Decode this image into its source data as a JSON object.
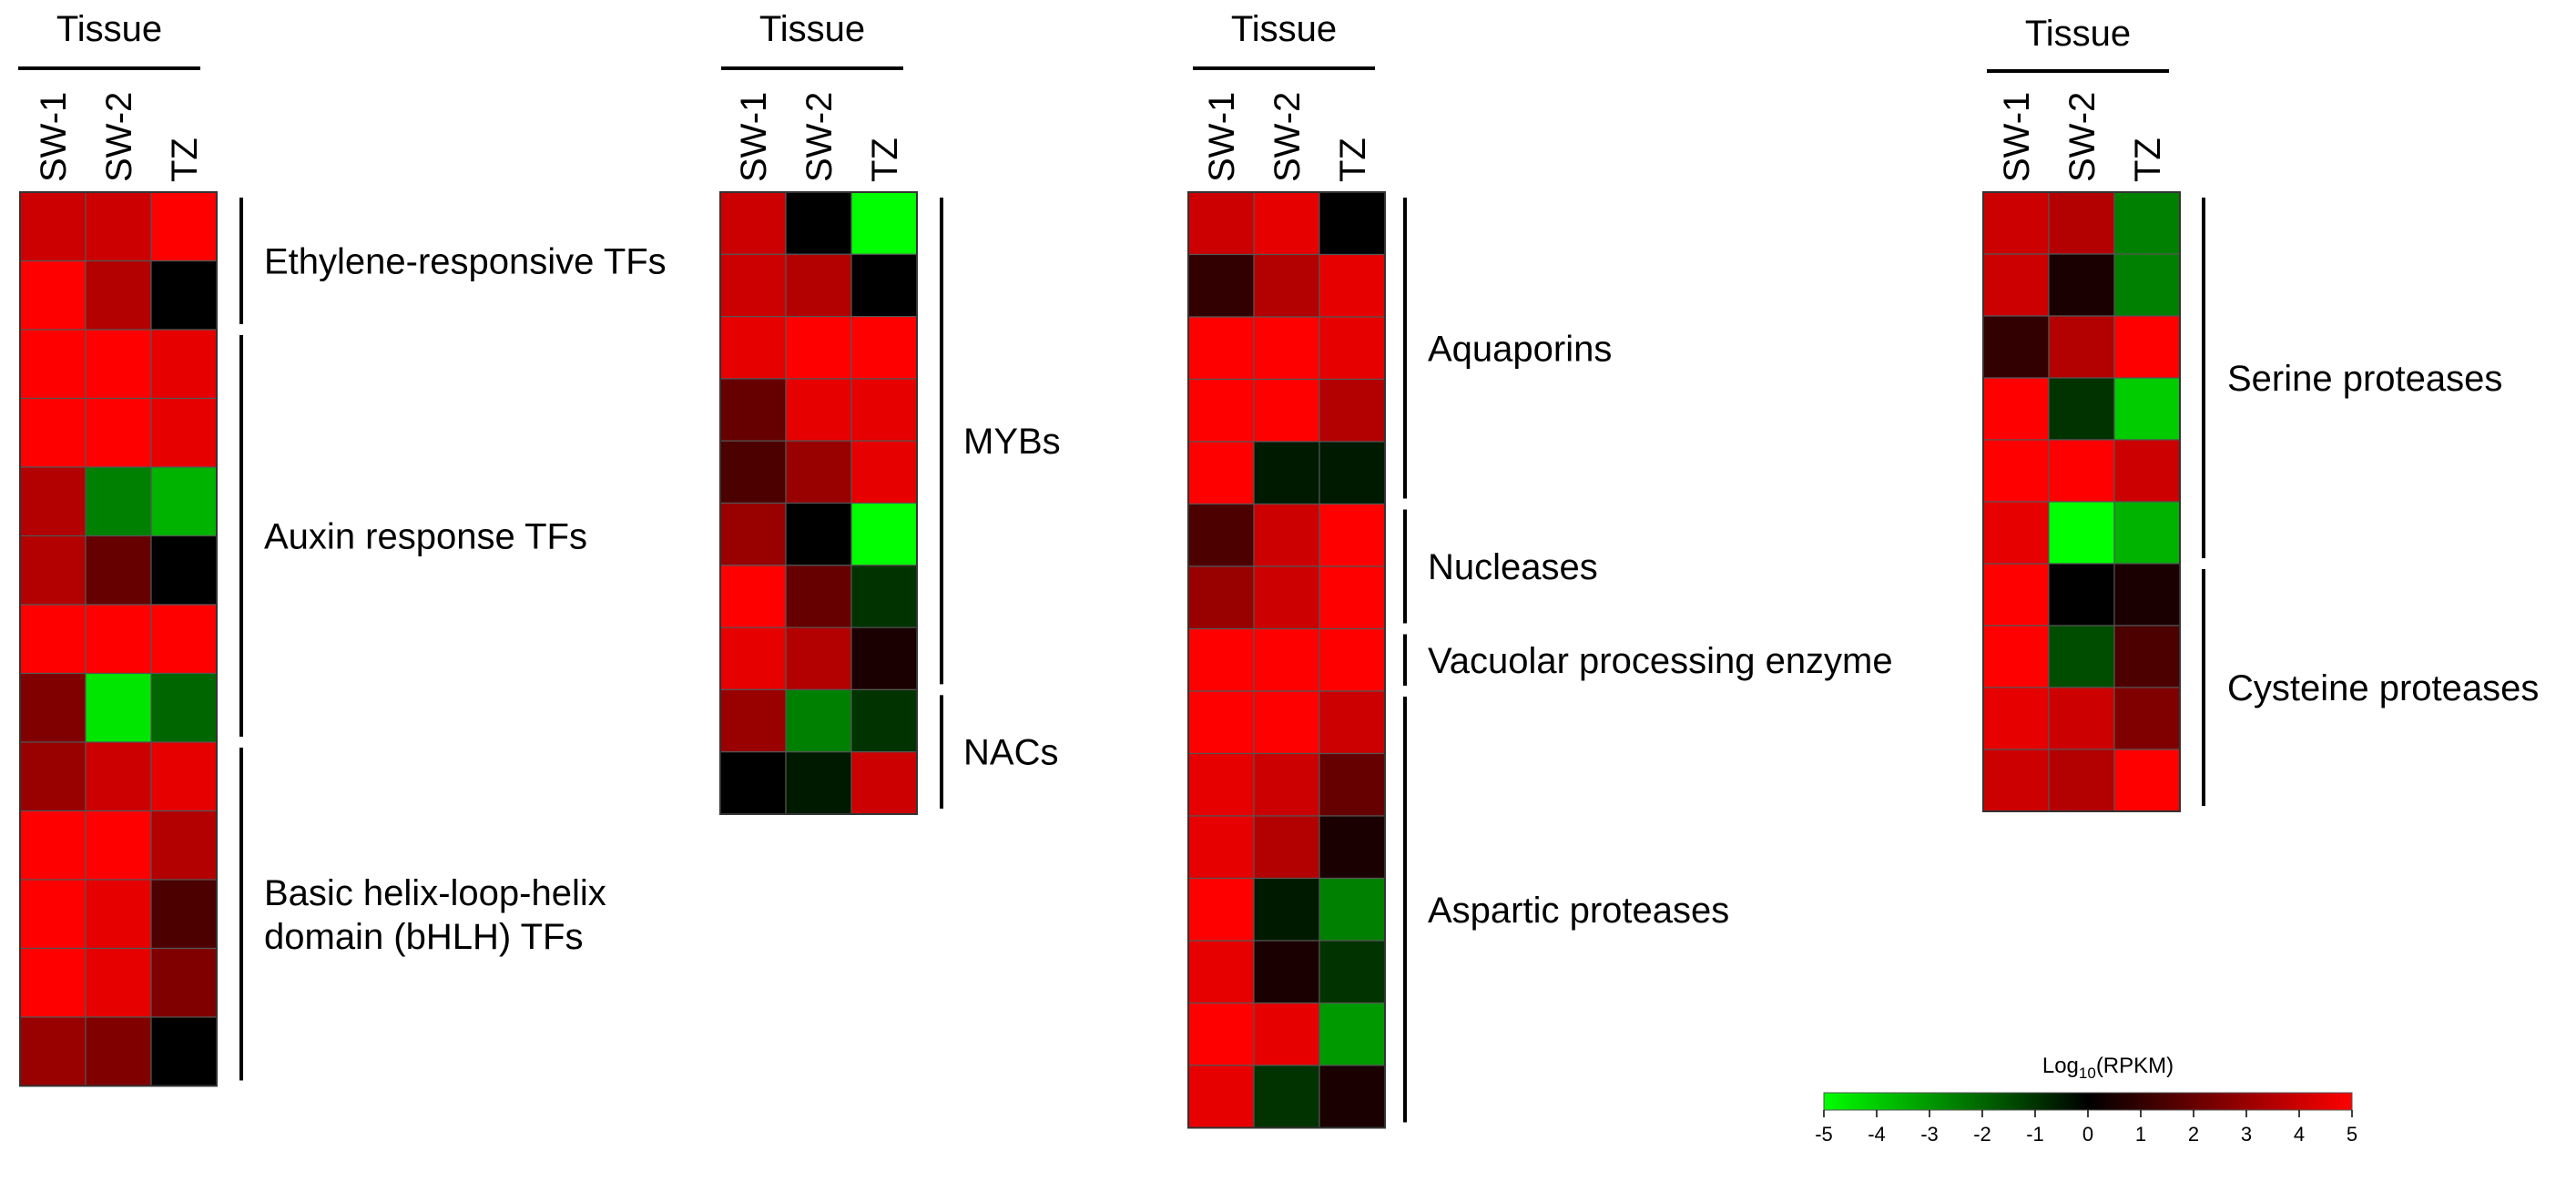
{
  "chart_data": [
    {
      "type": "heatmap",
      "header": "Tissue",
      "columns": [
        "SW-1",
        "SW-2",
        "TZ"
      ],
      "rows": [
        [
          4.0,
          4.0,
          5.0
        ],
        [
          5.0,
          3.5,
          0.0
        ],
        [
          5.0,
          5.0,
          4.5
        ],
        [
          5.0,
          5.0,
          4.5
        ],
        [
          3.5,
          -2.5,
          -3.5
        ],
        [
          3.5,
          2.0,
          0.0
        ],
        [
          5.0,
          5.0,
          5.0
        ],
        [
          2.5,
          -4.5,
          -2.0
        ],
        [
          3.0,
          4.0,
          4.5
        ],
        [
          5.0,
          5.0,
          3.5
        ],
        [
          5.0,
          4.5,
          1.5
        ],
        [
          5.0,
          4.5,
          2.5
        ],
        [
          3.0,
          2.5,
          0.0
        ]
      ],
      "groups": [
        {
          "label_lines": [
            "Ethylene-responsive TFs"
          ],
          "start": 0,
          "end": 1
        },
        {
          "label_lines": [
            "Auxin response TFs"
          ],
          "start": 2,
          "end": 7
        },
        {
          "label_lines": [
            "Basic helix-loop-helix",
            "domain (bHLH) TFs"
          ],
          "start": 8,
          "end": 12
        }
      ]
    },
    {
      "type": "heatmap",
      "header": "Tissue",
      "columns": [
        "SW-1",
        "SW-2",
        "TZ"
      ],
      "rows": [
        [
          4.0,
          0.0,
          -5.0
        ],
        [
          4.0,
          3.5,
          0.0
        ],
        [
          4.5,
          5.0,
          5.0
        ],
        [
          2.0,
          4.5,
          4.5
        ],
        [
          1.5,
          3.0,
          4.5
        ],
        [
          3.0,
          0.0,
          -5.0
        ],
        [
          5.0,
          2.0,
          -1.0
        ],
        [
          4.5,
          3.5,
          0.5
        ],
        [
          3.0,
          -2.5,
          -1.0
        ],
        [
          0.0,
          -0.5,
          4.0
        ]
      ],
      "groups": [
        {
          "label_lines": [
            "MYBs"
          ],
          "start": 0,
          "end": 7
        },
        {
          "label_lines": [
            "NACs"
          ],
          "start": 8,
          "end": 9
        }
      ]
    },
    {
      "type": "heatmap",
      "header": "Tissue",
      "columns": [
        "SW-1",
        "SW-2",
        "TZ"
      ],
      "rows": [
        [
          4.0,
          4.5,
          0.0
        ],
        [
          1.0,
          3.5,
          4.5
        ],
        [
          5.0,
          5.0,
          4.5
        ],
        [
          5.0,
          5.0,
          3.5
        ],
        [
          5.0,
          -0.5,
          -0.5
        ],
        [
          1.5,
          4.0,
          5.0
        ],
        [
          3.0,
          4.0,
          5.0
        ],
        [
          5.0,
          5.0,
          5.0
        ],
        [
          5.0,
          5.0,
          4.0
        ],
        [
          4.5,
          4.0,
          2.0
        ],
        [
          4.5,
          3.5,
          0.5
        ],
        [
          5.0,
          -0.5,
          -2.5
        ],
        [
          4.5,
          0.5,
          -1.0
        ],
        [
          5.0,
          4.5,
          -3.0
        ],
        [
          4.5,
          -1.0,
          0.5
        ]
      ],
      "groups": [
        {
          "label_lines": [
            "Aquaporins"
          ],
          "start": 0,
          "end": 4
        },
        {
          "label_lines": [
            "Nucleases"
          ],
          "start": 5,
          "end": 6
        },
        {
          "label_lines": [
            "Vacuolar processing enzyme"
          ],
          "start": 7,
          "end": 7
        },
        {
          "label_lines": [
            "Aspartic proteases"
          ],
          "start": 8,
          "end": 14
        }
      ]
    },
    {
      "type": "heatmap",
      "header": "Tissue",
      "columns": [
        "SW-1",
        "SW-2",
        "TZ"
      ],
      "rows": [
        [
          4.0,
          3.5,
          -2.5
        ],
        [
          4.0,
          0.5,
          -2.5
        ],
        [
          1.0,
          3.5,
          5.0
        ],
        [
          5.0,
          -1.0,
          -4.0
        ],
        [
          5.0,
          5.0,
          4.0
        ],
        [
          4.5,
          -5.0,
          -3.5
        ],
        [
          5.0,
          0.0,
          0.5
        ],
        [
          5.0,
          -1.5,
          1.5
        ],
        [
          4.5,
          4.0,
          2.5
        ],
        [
          4.0,
          3.5,
          5.0
        ]
      ],
      "groups": [
        {
          "label_lines": [
            "Serine proteases"
          ],
          "start": 0,
          "end": 5
        },
        {
          "label_lines": [
            "Cysteine proteases"
          ],
          "start": 6,
          "end": 9
        }
      ]
    }
  ],
  "legend": {
    "title_prefix": "Log",
    "title_subscript": "10",
    "title_suffix": "(RPKM)",
    "min": -5,
    "max": 5,
    "ticks": [
      "-5",
      "-4",
      "-3",
      "-2",
      "-1",
      "0",
      "1",
      "2",
      "3",
      "4",
      "5"
    ],
    "colors": {
      "low": "#00ff00",
      "mid": "#000000",
      "high": "#ff0000"
    }
  }
}
